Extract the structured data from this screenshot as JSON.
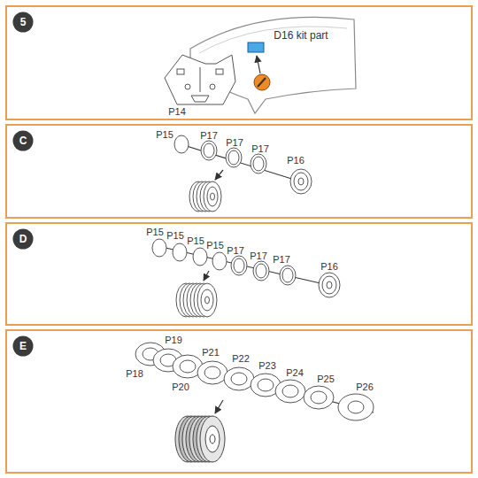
{
  "diagram": {
    "nodes": [
      {
        "text": [
          "5"
        ]
      },
      {
        "text": [
          "C"
        ]
      },
      {
        "text": [
          "D"
        ]
      },
      {
        "text": [
          "E"
        ]
      }
    ],
    "labels": [
      "D16 kit part",
      "P14",
      "P15",
      "P17",
      "P17",
      "P17",
      "P16",
      "P15",
      "P15",
      "P15",
      "P15",
      "P17",
      "P17",
      "P17",
      "P16",
      "P18",
      "P19",
      "P20",
      "P21",
      "P22",
      "P23",
      "P24",
      "P25",
      "P26"
    ]
  }
}
